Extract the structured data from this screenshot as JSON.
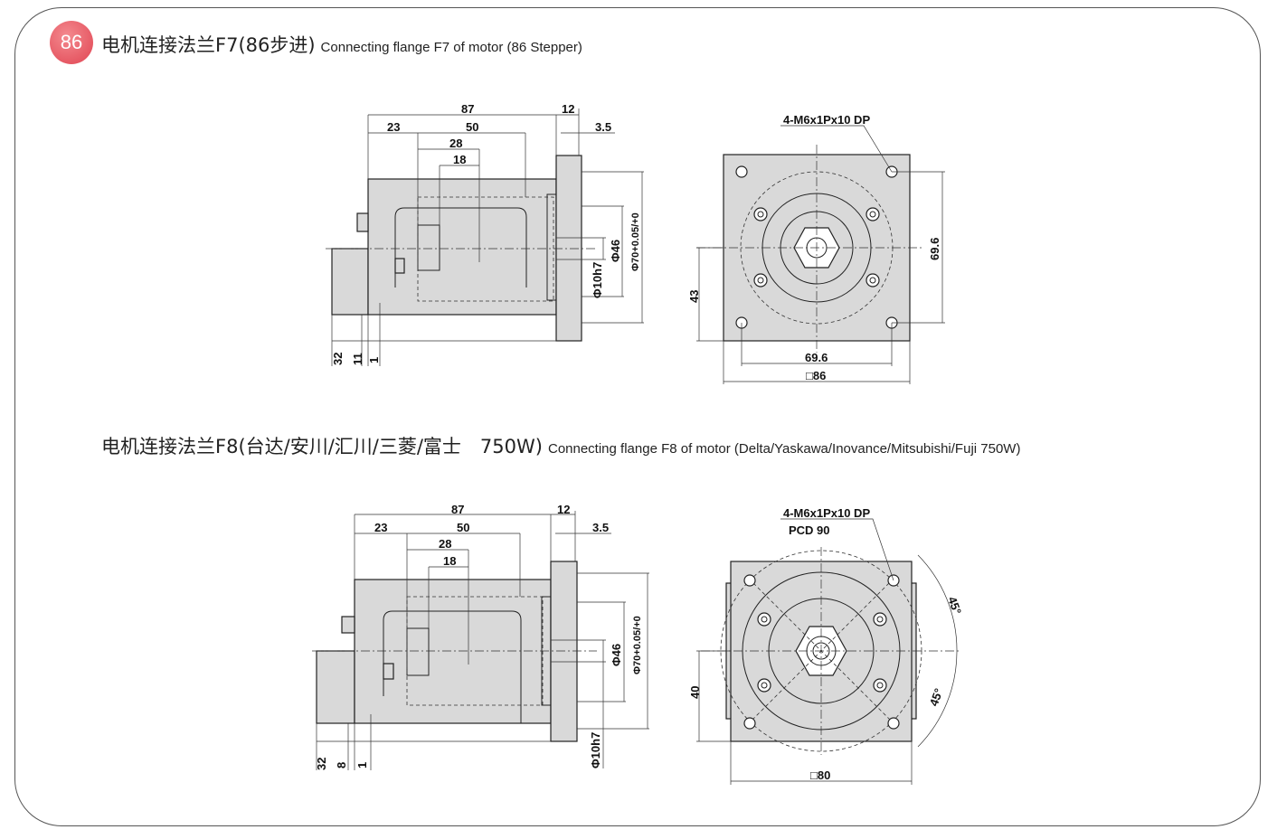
{
  "section1": {
    "badge": "86",
    "title_cn": "电机连接法兰F7(86步进)",
    "title_en": "Connecting flange F7 of motor (86   Stepper)",
    "side_view": {
      "dims": [
        "87",
        "12",
        "3.5",
        "23",
        "50",
        "28",
        "18",
        "32",
        "11",
        "1",
        "Φ10h7",
        "Φ46",
        "Φ70+0.05/+0"
      ]
    },
    "front_view": {
      "dims": [
        "4-M6x1Px10 DP",
        "69.6",
        "43",
        "69.6",
        "□86"
      ]
    }
  },
  "section2": {
    "title_cn": "电机连接法兰F8(台达/安川/汇川/三菱/富士　750W)",
    "title_en": "Connecting flange F8 of motor (Delta/Yaskawa/Inovance/Mitsubishi/Fuji 750W)",
    "side_view": {
      "dims": [
        "87",
        "12",
        "3.5",
        "23",
        "50",
        "28",
        "18",
        "32",
        "8",
        "1",
        "Φ10h7",
        "Φ46",
        "Φ70+0.05/+0"
      ]
    },
    "front_view": {
      "dims": [
        "4-M6x1Px10 DP",
        "PCD 90",
        "45°",
        "45°",
        "40",
        "□80"
      ]
    }
  }
}
